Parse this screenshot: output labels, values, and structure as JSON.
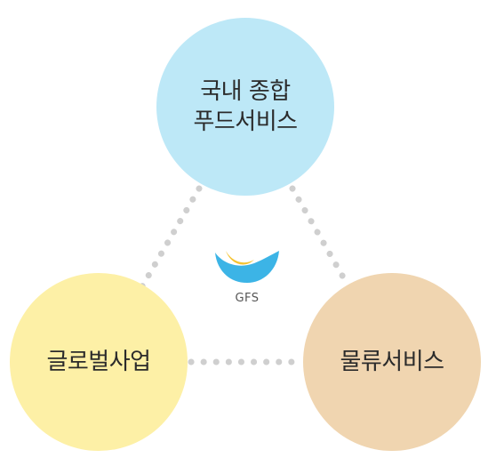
{
  "nodes": {
    "top": {
      "line1": "국내 종합",
      "line2": "푸드서비스",
      "color": "#bde8f7"
    },
    "left": {
      "label": "글로벌사업",
      "color": "#fdf0a6"
    },
    "right": {
      "label": "물류서비스",
      "color": "#f0d5b0"
    }
  },
  "logo": {
    "text": "GFS",
    "icon": "bowl-logo-icon",
    "colors": {
      "blue": "#3cb4e6",
      "yellow": "#f5c332"
    }
  },
  "connector_color": "#cfcfcf"
}
